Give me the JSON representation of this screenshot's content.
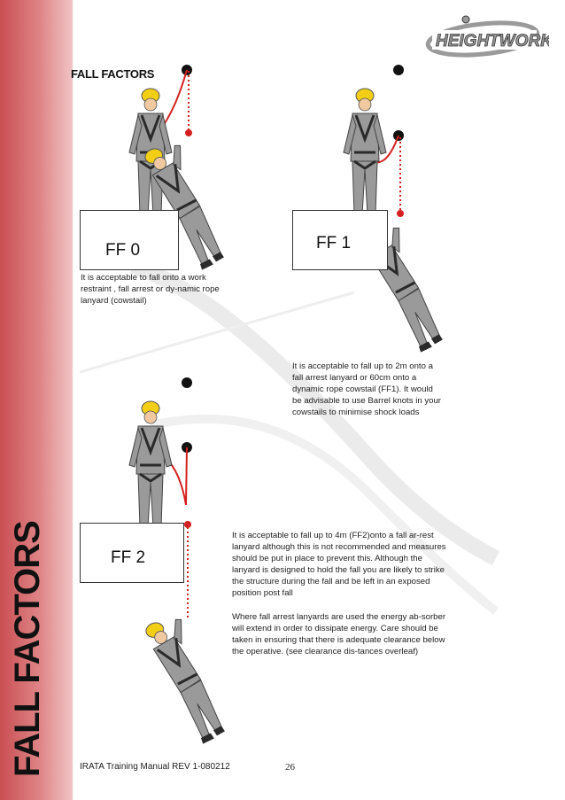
{
  "brand": {
    "logo_text": "HEIGHTWORKS"
  },
  "sidebar": {
    "title": "FALL FACTORS"
  },
  "page": {
    "section_title": "FALL FACTORS"
  },
  "boxes": {
    "ff0": "FF 0",
    "ff1": "FF 1",
    "ff2": "FF 2"
  },
  "notes": {
    "ff0": "It is acceptable to fall onto a work restraint , fall arrest or dy-namic rope lanyard (cowstail)",
    "ff1": "It is acceptable to fall up to 2m onto a fall arrest lanyard or 60cm onto a dynamic rope cowstail (FF1). It would be advisable to use Barrel knots in your cowstails to minimise shock loads",
    "ff2_p1": "It is acceptable to fall up to 4m (FF2)onto a fall ar-rest lanyard although this is not recommended and measures should be put in place to prevent this. Although the lanyard is designed to hold the fall you are likely to strike the structure during the fall and be left in an exposed position post fall",
    "ff2_p2": "Where fall arrest lanyards are used the energy ab-sorber will extend in order to dissipate energy. Care should be taken in ensuring that there is adequate clearance below the operative. (see clearance dis-tances overleaf)"
  },
  "footer": {
    "manual": "IRATA Training Manual REV 1-080212",
    "page_number": "26"
  },
  "colors": {
    "sidebar": "#d9696c",
    "lanyard": "#d42020",
    "helmet": "#f2cf14",
    "suit": "#9a9a9a",
    "harness": "#2a2a2a"
  }
}
